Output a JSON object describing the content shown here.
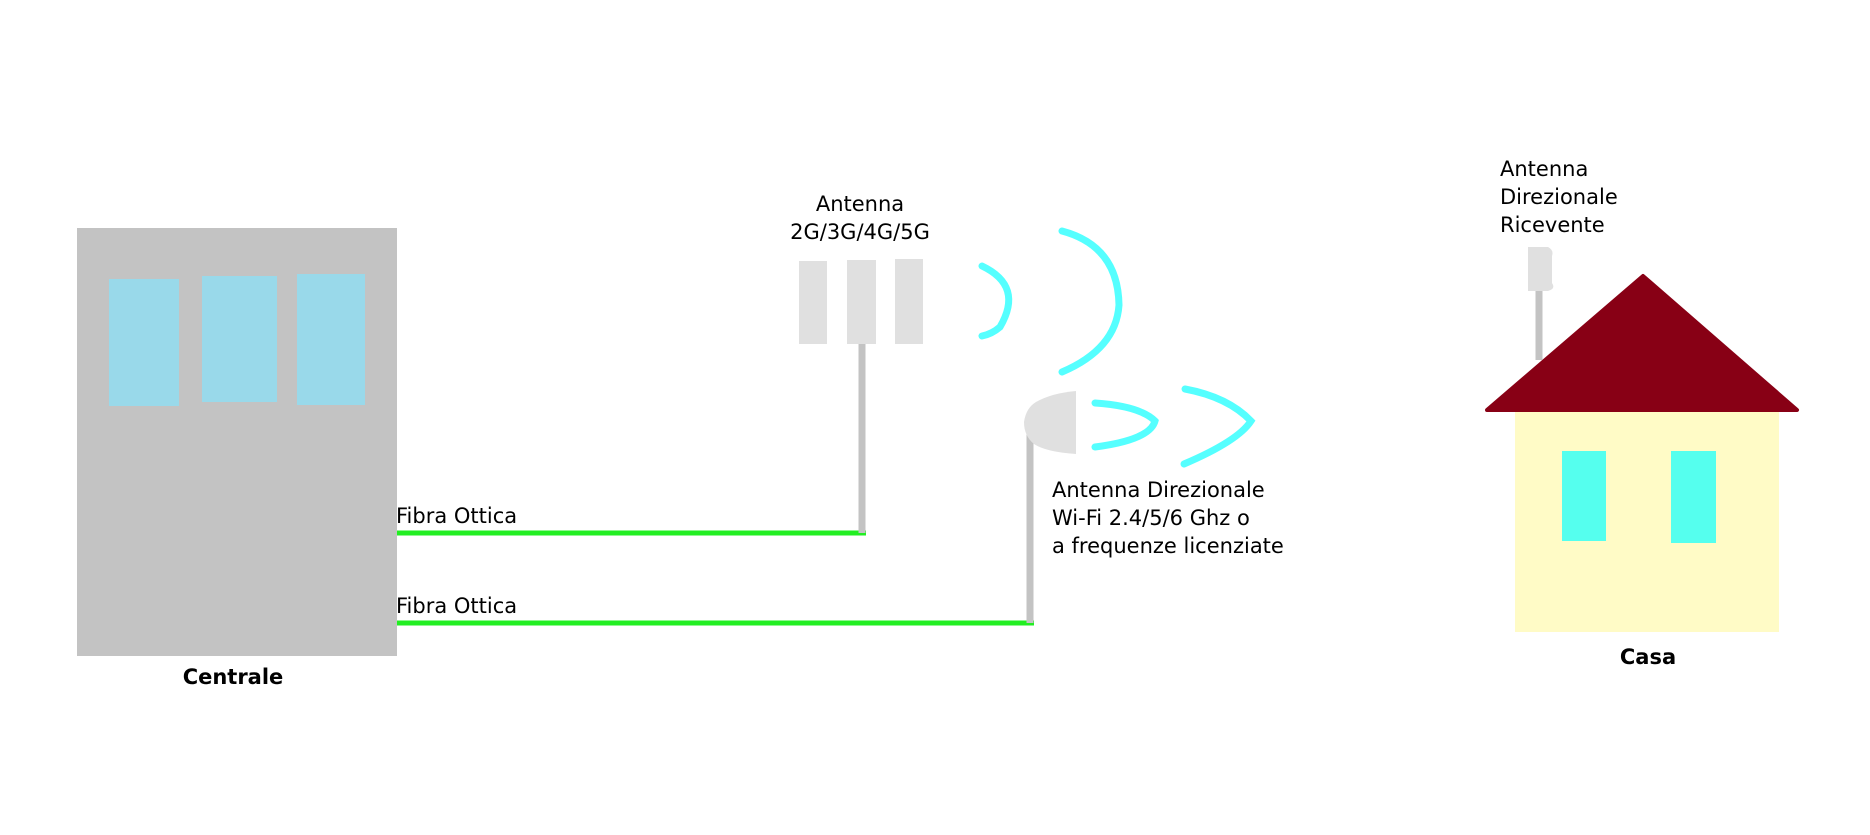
{
  "labels": {
    "centrale": "Centrale",
    "casa": "Casa",
    "fibra_1": "Fibra Ottica",
    "fibra_2": "Fibra Ottica",
    "antenna_cell_line1": "Antenna",
    "antenna_cell_line2": "2G/3G/4G/5G",
    "antenna_dir_line1": "Antenna Direzionale",
    "antenna_dir_line2": "Wi-Fi 2.4/5/6 Ghz o",
    "antenna_dir_line3": "a frequenze licenziate",
    "antenna_rx_line1": "Antenna",
    "antenna_rx_line2": "Direzionale",
    "antenna_rx_line3": "Ricevente"
  },
  "colors": {
    "building": "#c3c3c3",
    "building_window": "#99d9ea",
    "fiber": "#22ee22",
    "antenna_panel": "#e0e0e0",
    "antenna_pole": "#c3c3c3",
    "signal_wave": "#55ffff",
    "roof": "#880015",
    "house_wall": "#fffbc6",
    "house_window": "#55ffee"
  }
}
